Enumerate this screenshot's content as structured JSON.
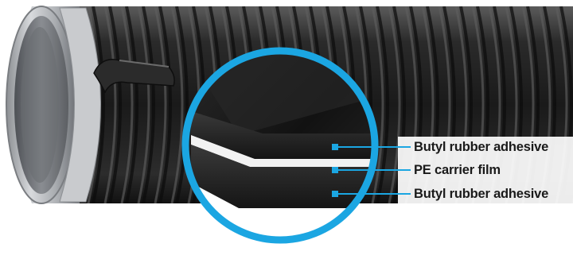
{
  "layers": [
    {
      "label": "Butyl rubber adhesive"
    },
    {
      "label": "PE carrier film"
    },
    {
      "label": "Butyl rubber adhesive"
    }
  ],
  "colors": {
    "ring": "#1ba6e2",
    "marker": "#1ba6e2",
    "tape": "#1f1f1f",
    "pipe_metal": "#b9bcc0",
    "carrier_film": "#f2f2f2"
  }
}
